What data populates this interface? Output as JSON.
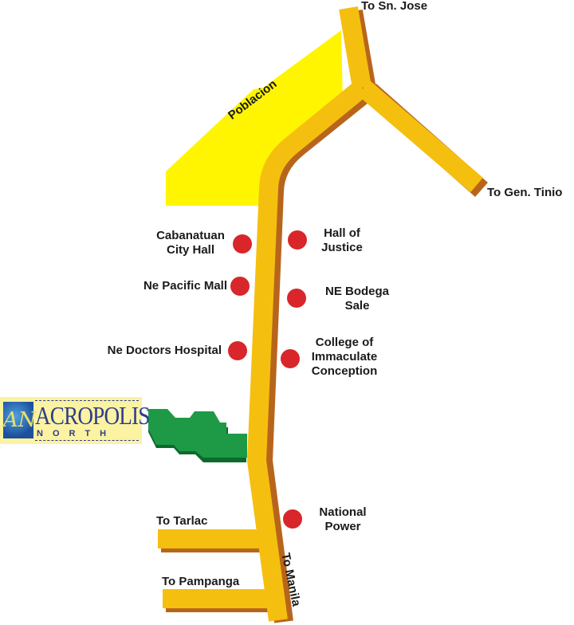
{
  "colors": {
    "road": "#f5bf10",
    "road_shadow": "#b8651c",
    "poblacion_area": "#fff500",
    "subdivision": "#1e9a46",
    "subdivision_shadow": "#0d6a2c",
    "landmark_dot": "#d8262a",
    "logo_bg": "#fbf2a2",
    "logo_text": "#2d3d8c"
  },
  "areas": {
    "poblacion": "Poblacion"
  },
  "roads": {
    "north": "To Sn. Jose",
    "east": "To Gen. Tinio",
    "tarlac": "To Tarlac",
    "pampanga": "To Pampanga",
    "south": "To Manila"
  },
  "landmarks": [
    {
      "line1": "Cabanatuan",
      "line2": "City Hall"
    },
    {
      "line1": "Hall of",
      "line2": "Justice"
    },
    {
      "line1": "Ne Pacific Mall"
    },
    {
      "line1": "NE Bodega",
      "line2": "Sale"
    },
    {
      "line1": "Ne Doctors Hospital"
    },
    {
      "line1": "College of",
      "line2": "Immaculate",
      "line3": "Conception"
    },
    {
      "line1": "National",
      "line2": "Power"
    }
  ],
  "logo": {
    "monogram": "AN",
    "title": "ACROPOLIS",
    "subtitle": "NORTH"
  }
}
